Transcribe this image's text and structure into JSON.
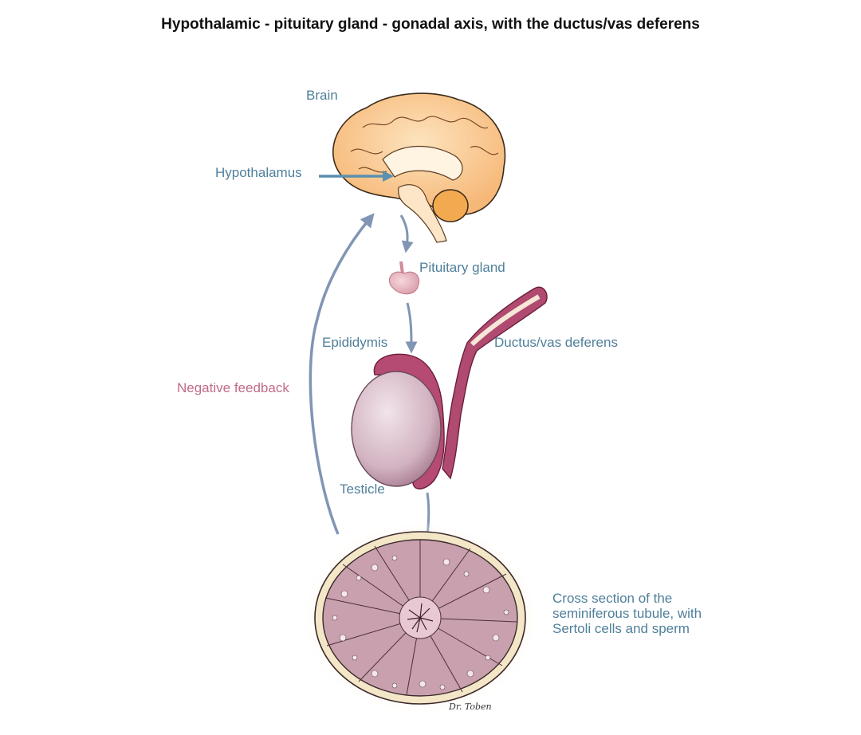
{
  "title": "Hypothalamic - pituitary gland - gonadal axis, with the ductus/vas deferens",
  "labels": {
    "brain": "Brain",
    "hypothalamus": "Hypothalamus",
    "pituitary": "Pituitary gland",
    "epididymis": "Epididymis",
    "ductus": "Ductus/vas deferens",
    "negative_feedback": "Negative feedback",
    "testicle": "Testicle",
    "cross_section": "Cross section of the seminiferous tubule, with Sertoli cells and sperm"
  },
  "signature": "Dr. Toben",
  "colors": {
    "label_blue": "#4f7f9a",
    "label_pink": "#c06a88",
    "arrow": "#8195b4",
    "hypothalamus_arrow": "#5a90b0",
    "brain_fill": "#f9c98a",
    "brain_stroke": "#3a2a1a",
    "testicle_fill": "#d8bcc8",
    "epididymis_fill": "#b04a70",
    "tubule_fill": "#c9a0ad",
    "tubule_wall": "#f4e7c8"
  },
  "icons": {
    "brain": "brain-illustration",
    "pituitary": "pituitary-gland-illustration",
    "testicle": "testicle-illustration",
    "tubule": "seminiferous-tubule-cross-section"
  }
}
